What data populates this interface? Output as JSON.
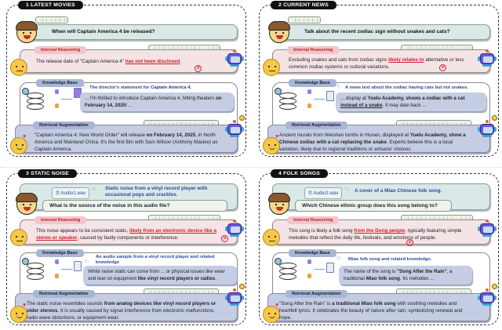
{
  "panels": [
    {
      "title": "1 LATEST MOVIES",
      "question": "When will Captain America 4 be released?",
      "internal_reasoning": {
        "label": "Internal Reasoning",
        "text_before": "The release date of \"Captain America 4\" ",
        "text_error": "has not been disclosed",
        "text_after": "."
      },
      "knowledge_base": {
        "label": "Knowledge Base",
        "source_desc_prefix": "The director's statement for ",
        "source_desc_bold": "Captain America 4",
        "source_desc_suffix": ".",
        "text_before": "... I'm thrilled to introduce Captain America 4, hitting theaters ",
        "text_bold": "on February 14, 2025",
        "text_after": "! ..."
      },
      "retrieval_augmentation": {
        "label": "Retrieval Augmentation",
        "text_before": "\"Captain America 4: New World Order\" will release ",
        "text_bold": "on February 14, 2025",
        "text_after": ", in North America and Mainland China. It's the first film with Sam Wilson (Anthony Mackie) as Captain America."
      }
    },
    {
      "title": "2 CURRENT NEWS",
      "question": "Talk about the recent zodiac sign without snakes and cats?",
      "internal_reasoning": {
        "label": "Internal Reasoning",
        "text_before": "Excluding snakes and cats from zodiac signs ",
        "text_error": "likely relates to",
        "text_after": " alternative or less common zodiac systems or cultural variations."
      },
      "knowledge_base": {
        "label": "Knowledge Base",
        "source_desc_prefix": "A news text about the zodiac having cats but not snakes.",
        "source_desc_bold": "",
        "source_desc_suffix": "",
        "text_before": "... display at ",
        "text_bold": "Yuelu Academy, shows a zodiac with a cat",
        "text_underline": "instead of a snake",
        "text_after": ". It may date back ..."
      },
      "retrieval_augmentation": {
        "label": "Retrieval Augmentation",
        "text_before": "Ancient murals from Weishan tombs in Hunan, displayed at ",
        "text_bold": "Yuelu Academy, show a Chinese zodiac with a cat replacing the snake",
        "text_after": ". Experts believe this is a local variation, likely due to regional traditions or artisans' choices."
      }
    },
    {
      "title": "3 STATIC NOISE",
      "audio_file": "Audio1.wav",
      "audio_desc": "Static noise from a vinyl record player with occasional pops and crackles.",
      "question": "What is the source of the noise in this audio file?",
      "internal_reasoning": {
        "label": "Internal Reasoning",
        "text_before": "This noise appears to be consistent static, ",
        "text_error": "likely from an electronic device like a stereo or speaker",
        "text_after": ", caused by faulty components or interference."
      },
      "knowledge_base": {
        "label": "Knowledge Base",
        "source_desc_prefix": "An audio sample from a vinyl record player and related knowledge",
        "source_desc_bold": "",
        "source_desc_suffix": "",
        "text_before": "White noise static can come from ... or physical issues like wear and tear on equipment ",
        "text_bold": "like vinyl record players or radios",
        "text_after": "."
      },
      "retrieval_augmentation": {
        "label": "Retrieval Augmentation",
        "text_before": "The static noise resembles sounds ",
        "text_bold": "from analog devices like vinyl record players or older stereos",
        "text_after": ". It is usually caused by signal interference from electronic malfunctions, radio wave distortions, or equipment wear."
      }
    },
    {
      "title": "4 FOLK SONGS",
      "audio_file": "Audio2.wav",
      "audio_desc": "A cover of a Miao Chinese folk song.",
      "question": "Which Chinese ethnic group does this song belong to?",
      "internal_reasoning": {
        "label": "Internal Reasoning",
        "text_before": "This song is likely a folk song ",
        "text_error": "from the Dong people",
        "text_after": ", typically featuring simple melodies that reflect the daily life, festivals, and emotions of people."
      },
      "knowledge_base": {
        "label": "Knowledge Base",
        "source_desc_prefix": "Miao folk song and related knowledge.",
        "source_desc_bold": "",
        "source_desc_suffix": "",
        "text_before": "The name of the song is ",
        "text_bold": "\"Song After the Rain\"",
        "text_mid": ", a traditional ",
        "text_bold2": "Miao folk song",
        "text_after": ". Its melodies ..."
      },
      "retrieval_augmentation": {
        "label": "Retrieval Augmentation",
        "text_before": "\"Song After the Rain\" is ",
        "text_bold": "a traditional Miao folk song",
        "text_after": " with soothing melodies and heartfelt lyrics. It celebrates the beauty of nature after rain, symbolizing renewal and hope."
      }
    }
  ],
  "waveforms": {
    "short": "·|·|·|·|·|·|·|·|·",
    "long": "·|·|·|·|·|·|·|·|·|·|·|·· |·|·|·"
  },
  "icons": {
    "error": "✕",
    "heart": "♥",
    "pointing_hand": "☜",
    "file": "🗎"
  },
  "colors": {
    "title_bg": "#111111",
    "question_bg": "#dbe8e8",
    "reasoning_bg": "#f5e4e6",
    "reasoning_label_bg": "#f2c6cb",
    "error_red": "#d0202c",
    "kb_label_bg": "#a8b6d6",
    "augment_bg": "#c5cde4",
    "link_blue": "#2a4aa0"
  }
}
